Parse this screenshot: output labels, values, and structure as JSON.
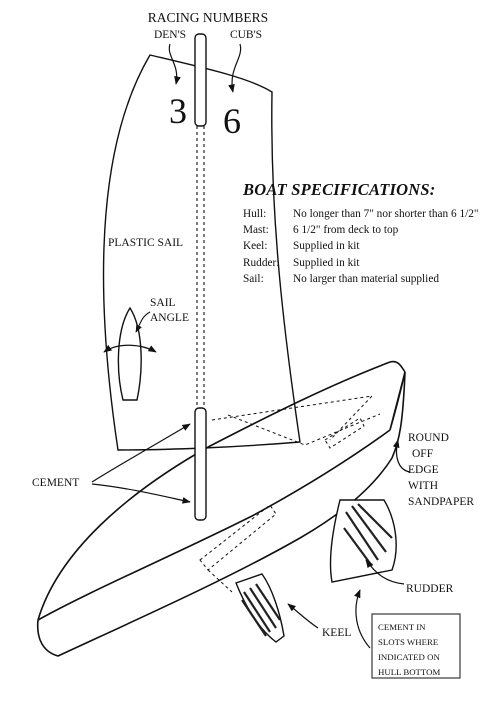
{
  "labels": {
    "racing_numbers": "RACING NUMBERS",
    "dens": "DEN'S",
    "cubs": "CUB'S",
    "num_dens": "3",
    "num_cubs": "6",
    "plastic_sail": "PLASTIC SAIL",
    "sail_angle_1": "SAIL",
    "sail_angle_2": "ANGLE",
    "cement": "CEMENT",
    "round_1": "ROUND",
    "round_2": "OFF",
    "round_3": "EDGE",
    "round_4": "WITH",
    "round_5": "SANDPAPER",
    "rudder": "RUDDER",
    "keel": "KEEL",
    "cement_slots_1": "CEMENT IN",
    "cement_slots_2": "SLOTS WHERE",
    "cement_slots_3": "INDICATED ON",
    "cement_slots_4": "HULL BOTTOM"
  },
  "specs": {
    "title": "BOAT SPECIFICATIONS:",
    "rows": [
      {
        "key": "Hull:",
        "value": "No longer than 7\" nor shorter than 6  1/2\""
      },
      {
        "key": "Mast:",
        "value": "6  1/2\" from deck to top"
      },
      {
        "key": "Keel:",
        "value": "Supplied in kit"
      },
      {
        "key": "Rudder:",
        "value": "Supplied in kit"
      },
      {
        "key": "Sail:",
        "value": "No larger than material supplied"
      }
    ]
  }
}
